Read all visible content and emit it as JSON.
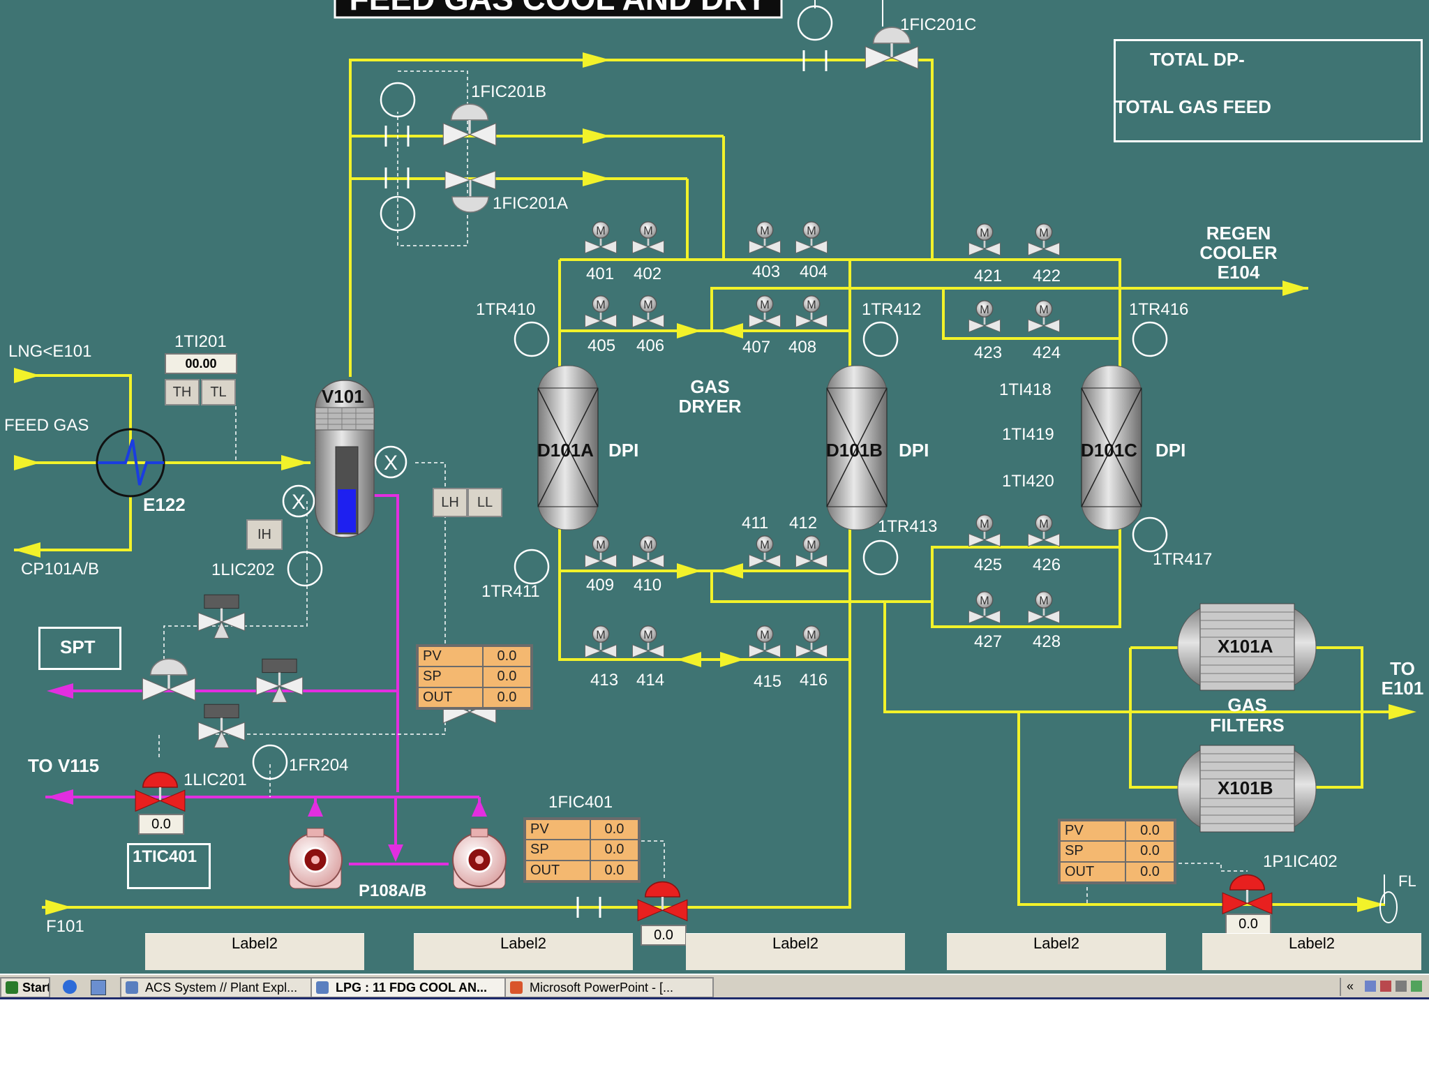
{
  "title": "FEED GAS COOL AND DRY",
  "total_box": {
    "line1": "TOTAL DP-",
    "line2": "TOTAL GAS FEED"
  },
  "streams": {
    "lng": "LNG<E101",
    "feed_gas": "FEED GAS",
    "cp101": "CP101A/B",
    "to_v115": "TO V115",
    "f101": "F101",
    "regen_cooler": [
      "REGEN",
      "COOLER",
      "E104"
    ],
    "to_e101": [
      "TO",
      "E101"
    ],
    "fl": "FL"
  },
  "equipment": {
    "v101": "V101",
    "e122": "E122",
    "gas_dryer": [
      "GAS",
      "DRYER"
    ],
    "d101a": "D101A",
    "d101b": "D101B",
    "d101c": "D101C",
    "dpi": "DPI",
    "x101a": "X101A",
    "x101b": "X101B",
    "gas_filters": [
      "GAS",
      "FILTERS"
    ],
    "p108": "P108A/B",
    "spt": "SPT",
    "tic401": "1TIC401"
  },
  "tags": {
    "fic201c": "1FIC201C",
    "fic201b": "1FIC201B",
    "fic201a": "1FIC201A",
    "tr410": "1TR410",
    "tr411": "1TR411",
    "tr412": "1TR412",
    "tr413": "1TR413",
    "tr416": "1TR416",
    "tr417": "1TR417",
    "ti418": "1TI418",
    "ti419": "1TI419",
    "ti420": "1TI420",
    "ti201": "1TI201",
    "lic202": "1LIC202",
    "lic201": "1LIC201",
    "fr204": "1FR204",
    "fic401": "1FIC401",
    "pic402": "1P1IC402"
  },
  "valves": [
    "401",
    "402",
    "403",
    "404",
    "405",
    "406",
    "407",
    "408",
    "409",
    "410",
    "411",
    "412",
    "413",
    "414",
    "415",
    "416",
    "421",
    "422",
    "423",
    "424",
    "425",
    "426",
    "427",
    "428"
  ],
  "ti201_value": "00.00",
  "buttons": {
    "th": "TH",
    "tl": "TL",
    "lh": "LH",
    "ll": "LL",
    "ih": "IH"
  },
  "faceplates": {
    "lic": {
      "pv_label": "PV",
      "pv": "0.0",
      "sp_label": "SP",
      "sp": "0.0",
      "out_label": "OUT",
      "out": "0.0"
    },
    "fic401": {
      "pv_label": "PV",
      "pv": "0.0",
      "sp_label": "SP",
      "sp": "0.0",
      "out_label": "OUT",
      "out": "0.0"
    },
    "pic402": {
      "pv_label": "PV",
      "pv": "0.0",
      "sp_label": "SP",
      "sp": "0.0",
      "out_label": "OUT",
      "out": "0.0"
    }
  },
  "valve_values": {
    "tic401": "0.0",
    "fic401": "0.0",
    "pic402": "0.0"
  },
  "bottom_labels": [
    "Label2",
    "Label2",
    "Label2",
    "Label2",
    "Label2"
  ],
  "taskbar": {
    "start": "Start",
    "items": [
      "ACS System // Plant Expl...",
      "LPG : 11 FDG COOL AN...",
      "Microsoft PowerPoint - [..."
    ],
    "tray": "«"
  },
  "colors": {
    "background": "#3f7473",
    "process_line": "#f2f22a",
    "liquid_line": "#e22ee0",
    "instrument_line": "#ffffff",
    "alarm_valve": "#e0201f",
    "faceplate": "#f4b870"
  }
}
